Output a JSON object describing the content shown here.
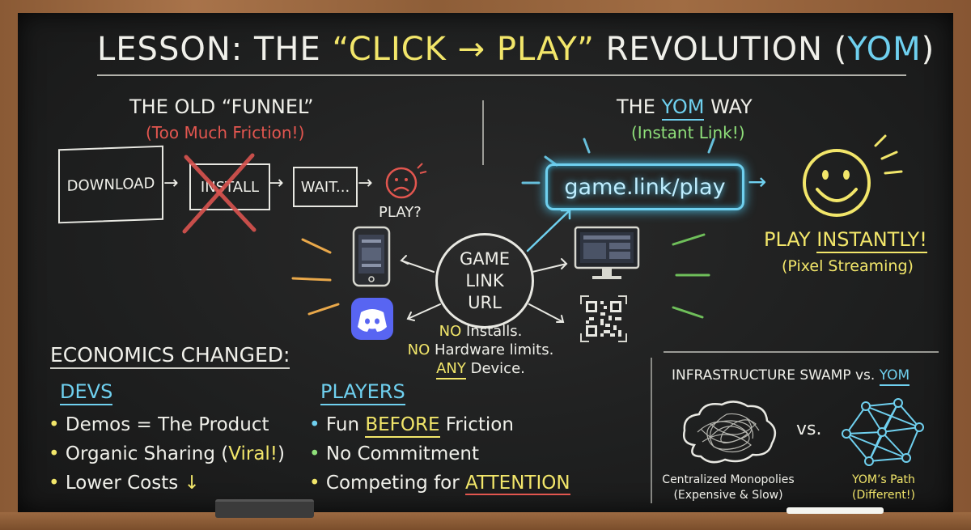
{
  "title": {
    "prefix": "LESSON: THE ",
    "highlight": "“CLICK → PLAY”",
    "mid": " REVOLUTION (",
    "brand": "YOM",
    "suffix": ")"
  },
  "old_funnel": {
    "heading": "THE OLD “FUNNEL”",
    "subheading": "(Too Much Friction!)",
    "steps": [
      "DOWNLOAD",
      "INSTALL",
      "WAIT...",
      "PLAY?"
    ]
  },
  "yom_way": {
    "heading_prefix": "THE ",
    "heading_brand": "YOM",
    "heading_suffix": " WAY",
    "subheading": "(Instant Link!)",
    "link": "game.link/play",
    "result_prefix": "PLAY ",
    "result_emph": "INSTANTLY!",
    "result_note": "(Pixel Streaming)"
  },
  "hub": {
    "lines": [
      "GAME",
      "LINK",
      "URL"
    ],
    "notes": [
      {
        "emph": "NO",
        "text": " Installs."
      },
      {
        "emph": "NO",
        "text": " Hardware limits."
      },
      {
        "emph": "ANY",
        "text": " Device."
      }
    ]
  },
  "economics": {
    "heading": "ECONOMICS CHANGED:",
    "devs_heading": "DEVS",
    "devs_items": [
      {
        "before": "Demos = The Product",
        "emph": "",
        "after": ""
      },
      {
        "before": "Organic Sharing (",
        "emph": "Viral!",
        "after": ")"
      },
      {
        "before": "Lower Costs ",
        "emph": "↓",
        "after": ""
      }
    ],
    "players_heading": "PLAYERS",
    "players_items": [
      {
        "before": "Fun ",
        "emph": "BEFORE",
        "after": " Friction"
      },
      {
        "before": "No Commitment",
        "emph": "",
        "after": ""
      },
      {
        "before": "Competing for ",
        "emph": "ATTENTION",
        "after": ""
      }
    ]
  },
  "infra": {
    "heading_prefix": "INFRASTRUCTURE SWAMP vs. ",
    "heading_brand": "YOM",
    "vs": "vs.",
    "left_label": "Centralized Monopolies",
    "left_note": "(Expensive & Slow)",
    "right_label": "YOM’s Path",
    "right_note": "(Different!)"
  },
  "colors": {
    "board": "#1e1f1f",
    "chalk": "#f0f0ea",
    "yellow": "#f2e66a",
    "red": "#e2564f",
    "blue": "#6fd0ef",
    "green": "#8fe07a"
  }
}
